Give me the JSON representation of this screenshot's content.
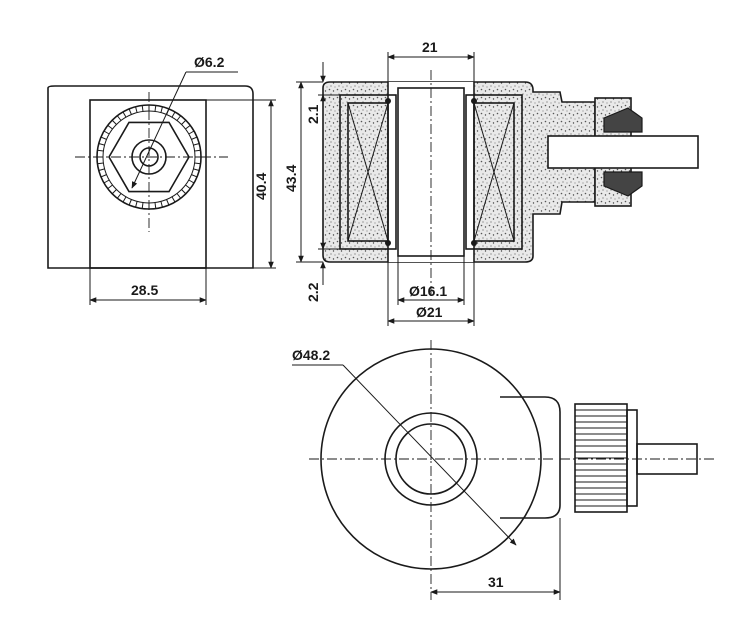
{
  "dimensions": {
    "hex_nut_dia": "Ø6.2",
    "front_width": "28.5",
    "front_height": "40.4",
    "section_height": "43.4",
    "top_width": "21",
    "top_offset": "2.1",
    "bottom_offset": "2.2",
    "bore_dia": "Ø16.1",
    "outer_bore_dia": "Ø21",
    "coil_dia": "Ø48.2",
    "center_to_connector": "31"
  },
  "colors": {
    "line": "#1a1a1a",
    "background": "#ffffff"
  }
}
